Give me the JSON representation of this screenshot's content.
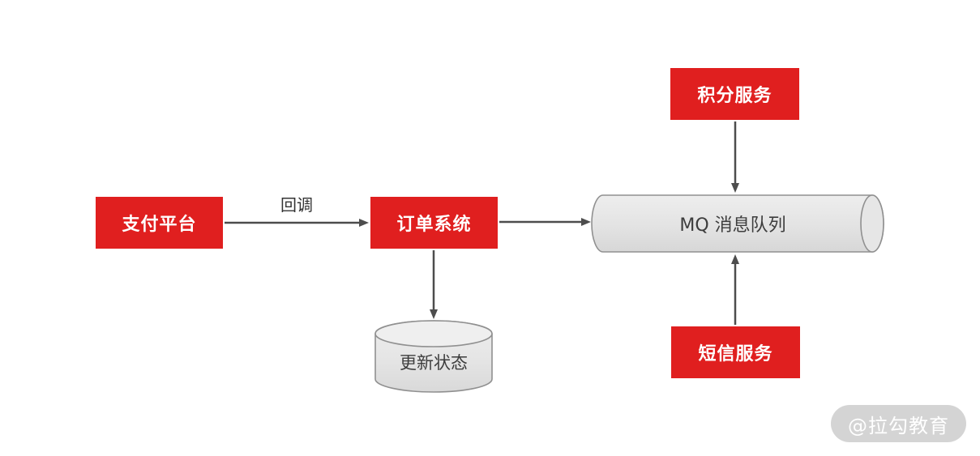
{
  "diagram": {
    "nodes": {
      "payment": "支付平台",
      "order": "订单系统",
      "points": "积分服务",
      "sms": "短信服务",
      "mq": "MQ 消息队列",
      "db": "更新状态"
    },
    "edge_labels": {
      "callback": "回调"
    },
    "watermark": "@拉勾教育",
    "colors": {
      "node_fill": "#e01f1f",
      "node_text": "#ffffff",
      "cylinder_fill": "#e4e4e4",
      "cylinder_stroke": "#909090",
      "arrow": "#4d4d4d",
      "label_text": "#333333",
      "watermark_bg": "#d4d4d4",
      "watermark_text": "#ffffff",
      "background": "#ffffff"
    }
  }
}
